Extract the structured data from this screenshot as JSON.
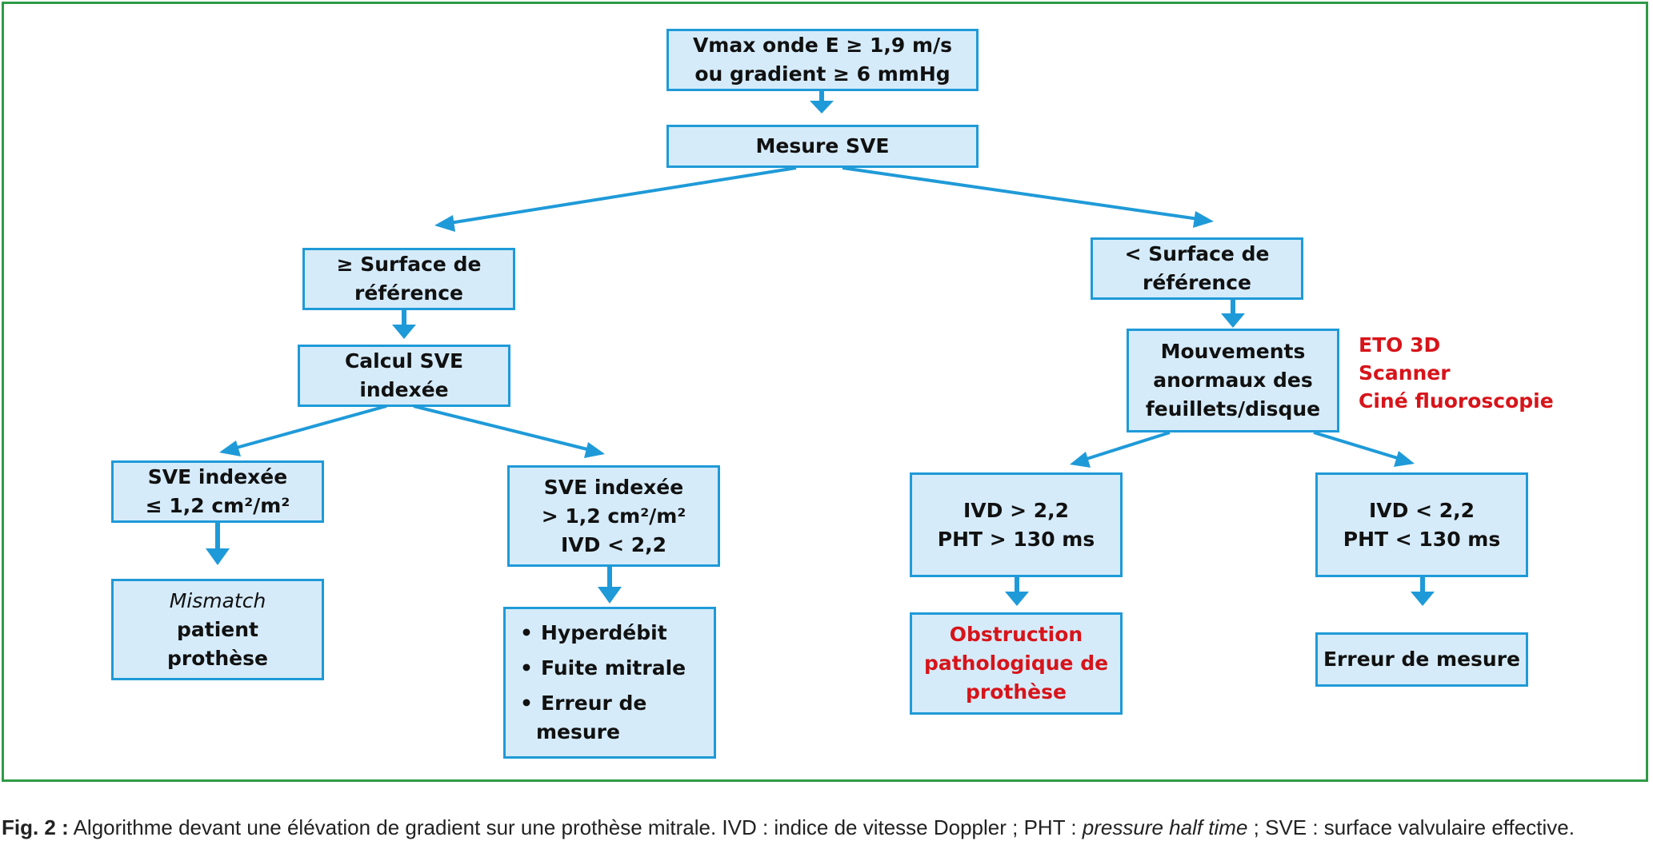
{
  "colors": {
    "frame": "#2e9b46",
    "box_fill": "#d5ebfa",
    "box_border": "#1f9ad8",
    "arrow": "#1f9ad8",
    "highlight_text": "#d7141a"
  },
  "nodes": {
    "vmax": [
      "Vmax onde E ≥ 1,9 m/s",
      "ou gradient ≥ 6 mmHg"
    ],
    "mesure_sve": [
      "Mesure SVE"
    ],
    "surface_ge": [
      "≥ Surface de",
      "référence"
    ],
    "surface_lt": [
      "< Surface de",
      "référence"
    ],
    "calcul_sve": [
      "Calcul SVE",
      "indexée"
    ],
    "mouvements": [
      "Mouvements",
      "anormaux des",
      "feuillets/disque"
    ],
    "sve_le": [
      "SVE indexée",
      "≤ 1,2 cm²/m²"
    ],
    "sve_gt": [
      "SVE indexée",
      "> 1,2 cm²/m²",
      "IVD < 2,2"
    ],
    "ivd_gt": [
      "IVD > 2,2",
      "PHT > 130 ms"
    ],
    "ivd_lt": [
      "IVD < 2,2",
      "PHT < 130 ms"
    ],
    "mismatch": {
      "italic": "Mismatch",
      "rest": [
        "patient",
        "prothèse"
      ]
    },
    "causes": {
      "bullet": "•",
      "items": [
        "Hyperdébit",
        "Fuite mitrale",
        "Erreur de"
      ],
      "continuation": "mesure"
    },
    "obstruction": [
      "Obstruction",
      "pathologique de",
      "prothèse"
    ],
    "erreur": [
      "Erreur de mesure"
    ]
  },
  "side_note": [
    "ETO 3D",
    "Scanner",
    "Ciné fluoroscopie"
  ],
  "caption": {
    "label": "Fig. 2 :",
    "t1": " Algorithme devant une élévation de gradient sur une prothèse mitrale. IVD : indice de vitesse Doppler ; PHT : ",
    "t2": "pressure half time",
    "t3": " ; SVE : surface valvulaire effective."
  }
}
